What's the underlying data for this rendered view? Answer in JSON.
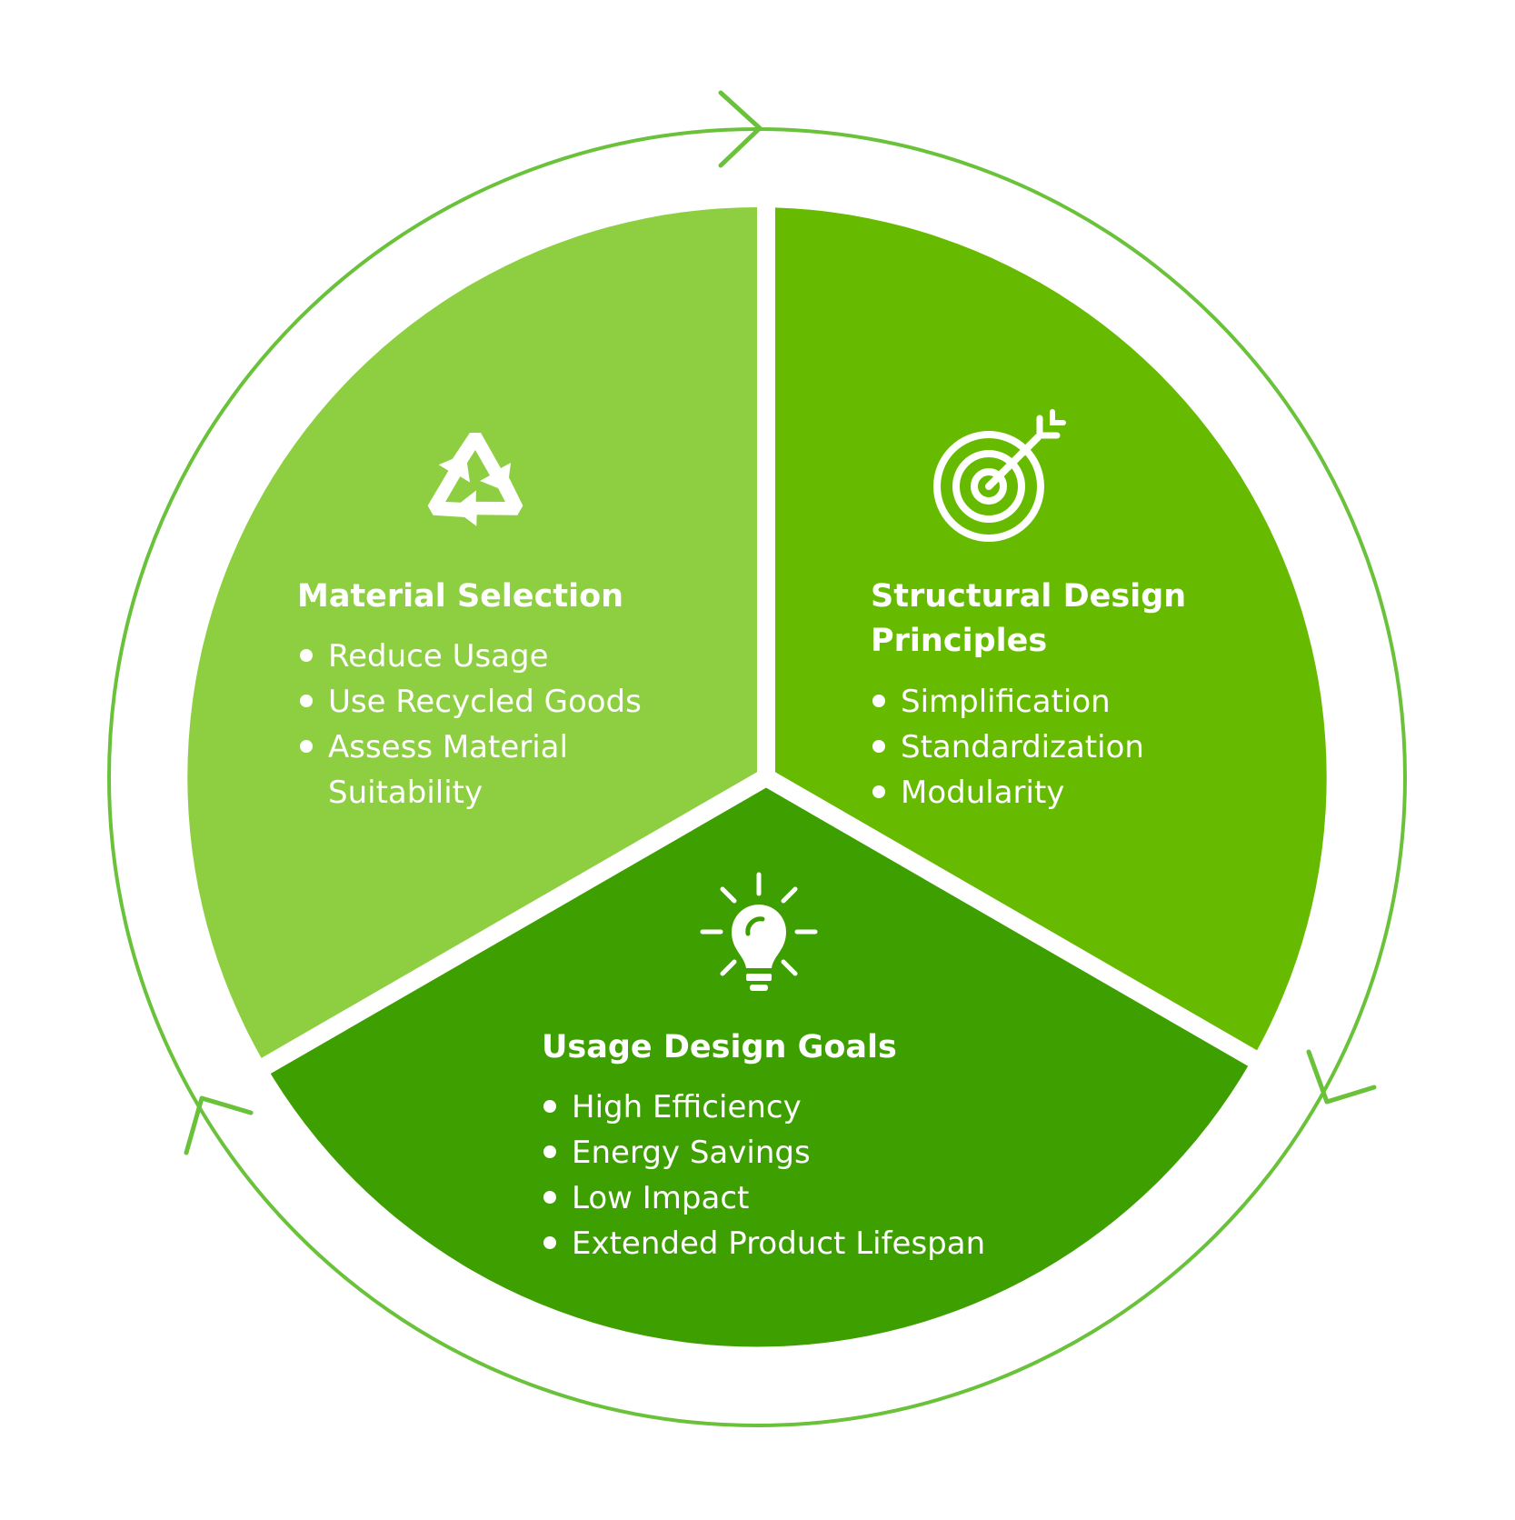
{
  "colors": {
    "segment_material": "#8ecf42",
    "segment_structural": "#66bb00",
    "segment_usage": "#3ea000",
    "cycle_ring": "#6ac23a",
    "text": "#ffffff"
  },
  "segments": {
    "material": {
      "icon": "recycle-icon",
      "title": "Material Selection",
      "items": [
        "Reduce Usage",
        "Use Recycled Goods",
        "Assess Material",
        "Suitability"
      ]
    },
    "structural": {
      "icon": "target-icon",
      "title_line1": "Structural Design",
      "title_line2": "Principles",
      "items": [
        "Simplification",
        "Standardization",
        "Modularity"
      ]
    },
    "usage": {
      "icon": "lightbulb-icon",
      "title": "Usage Design Goals",
      "items": [
        "High Efficiency",
        "Energy Savings",
        "Low Impact",
        "Extended Product Lifespan"
      ]
    }
  }
}
